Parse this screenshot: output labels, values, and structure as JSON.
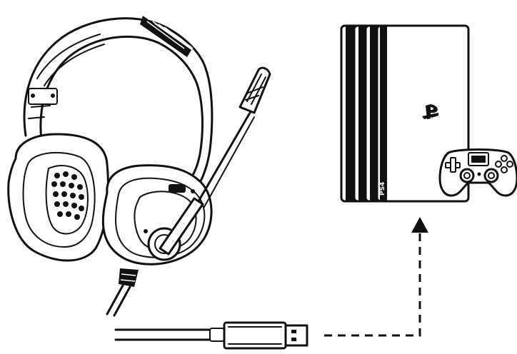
{
  "diagram": {
    "devices": [
      {
        "id": "headset",
        "icon": "gaming-headset-icon"
      },
      {
        "id": "usb-cable",
        "icon": "usb-plug-icon"
      },
      {
        "id": "console",
        "icon": "ps4-console-icon"
      },
      {
        "id": "controller",
        "icon": "gamepad-icon"
      }
    ],
    "connection": {
      "from": "usb-cable",
      "to": "console",
      "style": "dashed-arrow"
    },
    "console_side_label": "PS4",
    "colors": {
      "line": "#111111",
      "background": "#ffffff"
    }
  }
}
